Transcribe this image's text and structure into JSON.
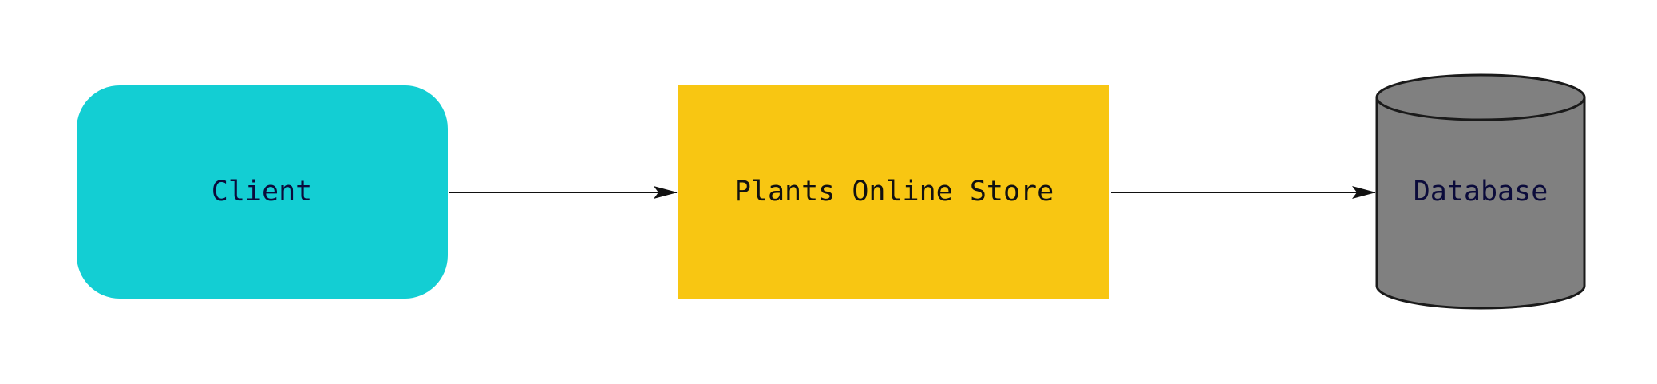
{
  "diagram": {
    "nodes": {
      "client": {
        "label": "Client",
        "shape": "rounded-rectangle",
        "fill": "#13ced3",
        "text_color": "#0b0b3b"
      },
      "store": {
        "label": "Plants Online Store",
        "shape": "rectangle",
        "fill": "#f8c612",
        "text_color": "#111111"
      },
      "database": {
        "label": "Database",
        "shape": "cylinder",
        "fill": "#808080",
        "stroke": "#1a1a1a",
        "text_color": "#0b0b3b"
      }
    },
    "edges": [
      {
        "from": "Client",
        "to": "Plants Online Store",
        "style": "solid-arrow"
      },
      {
        "from": "Plants Online Store",
        "to": "Database",
        "style": "solid-arrow"
      }
    ],
    "background": "#ffffff",
    "edge_color": "#111111"
  }
}
